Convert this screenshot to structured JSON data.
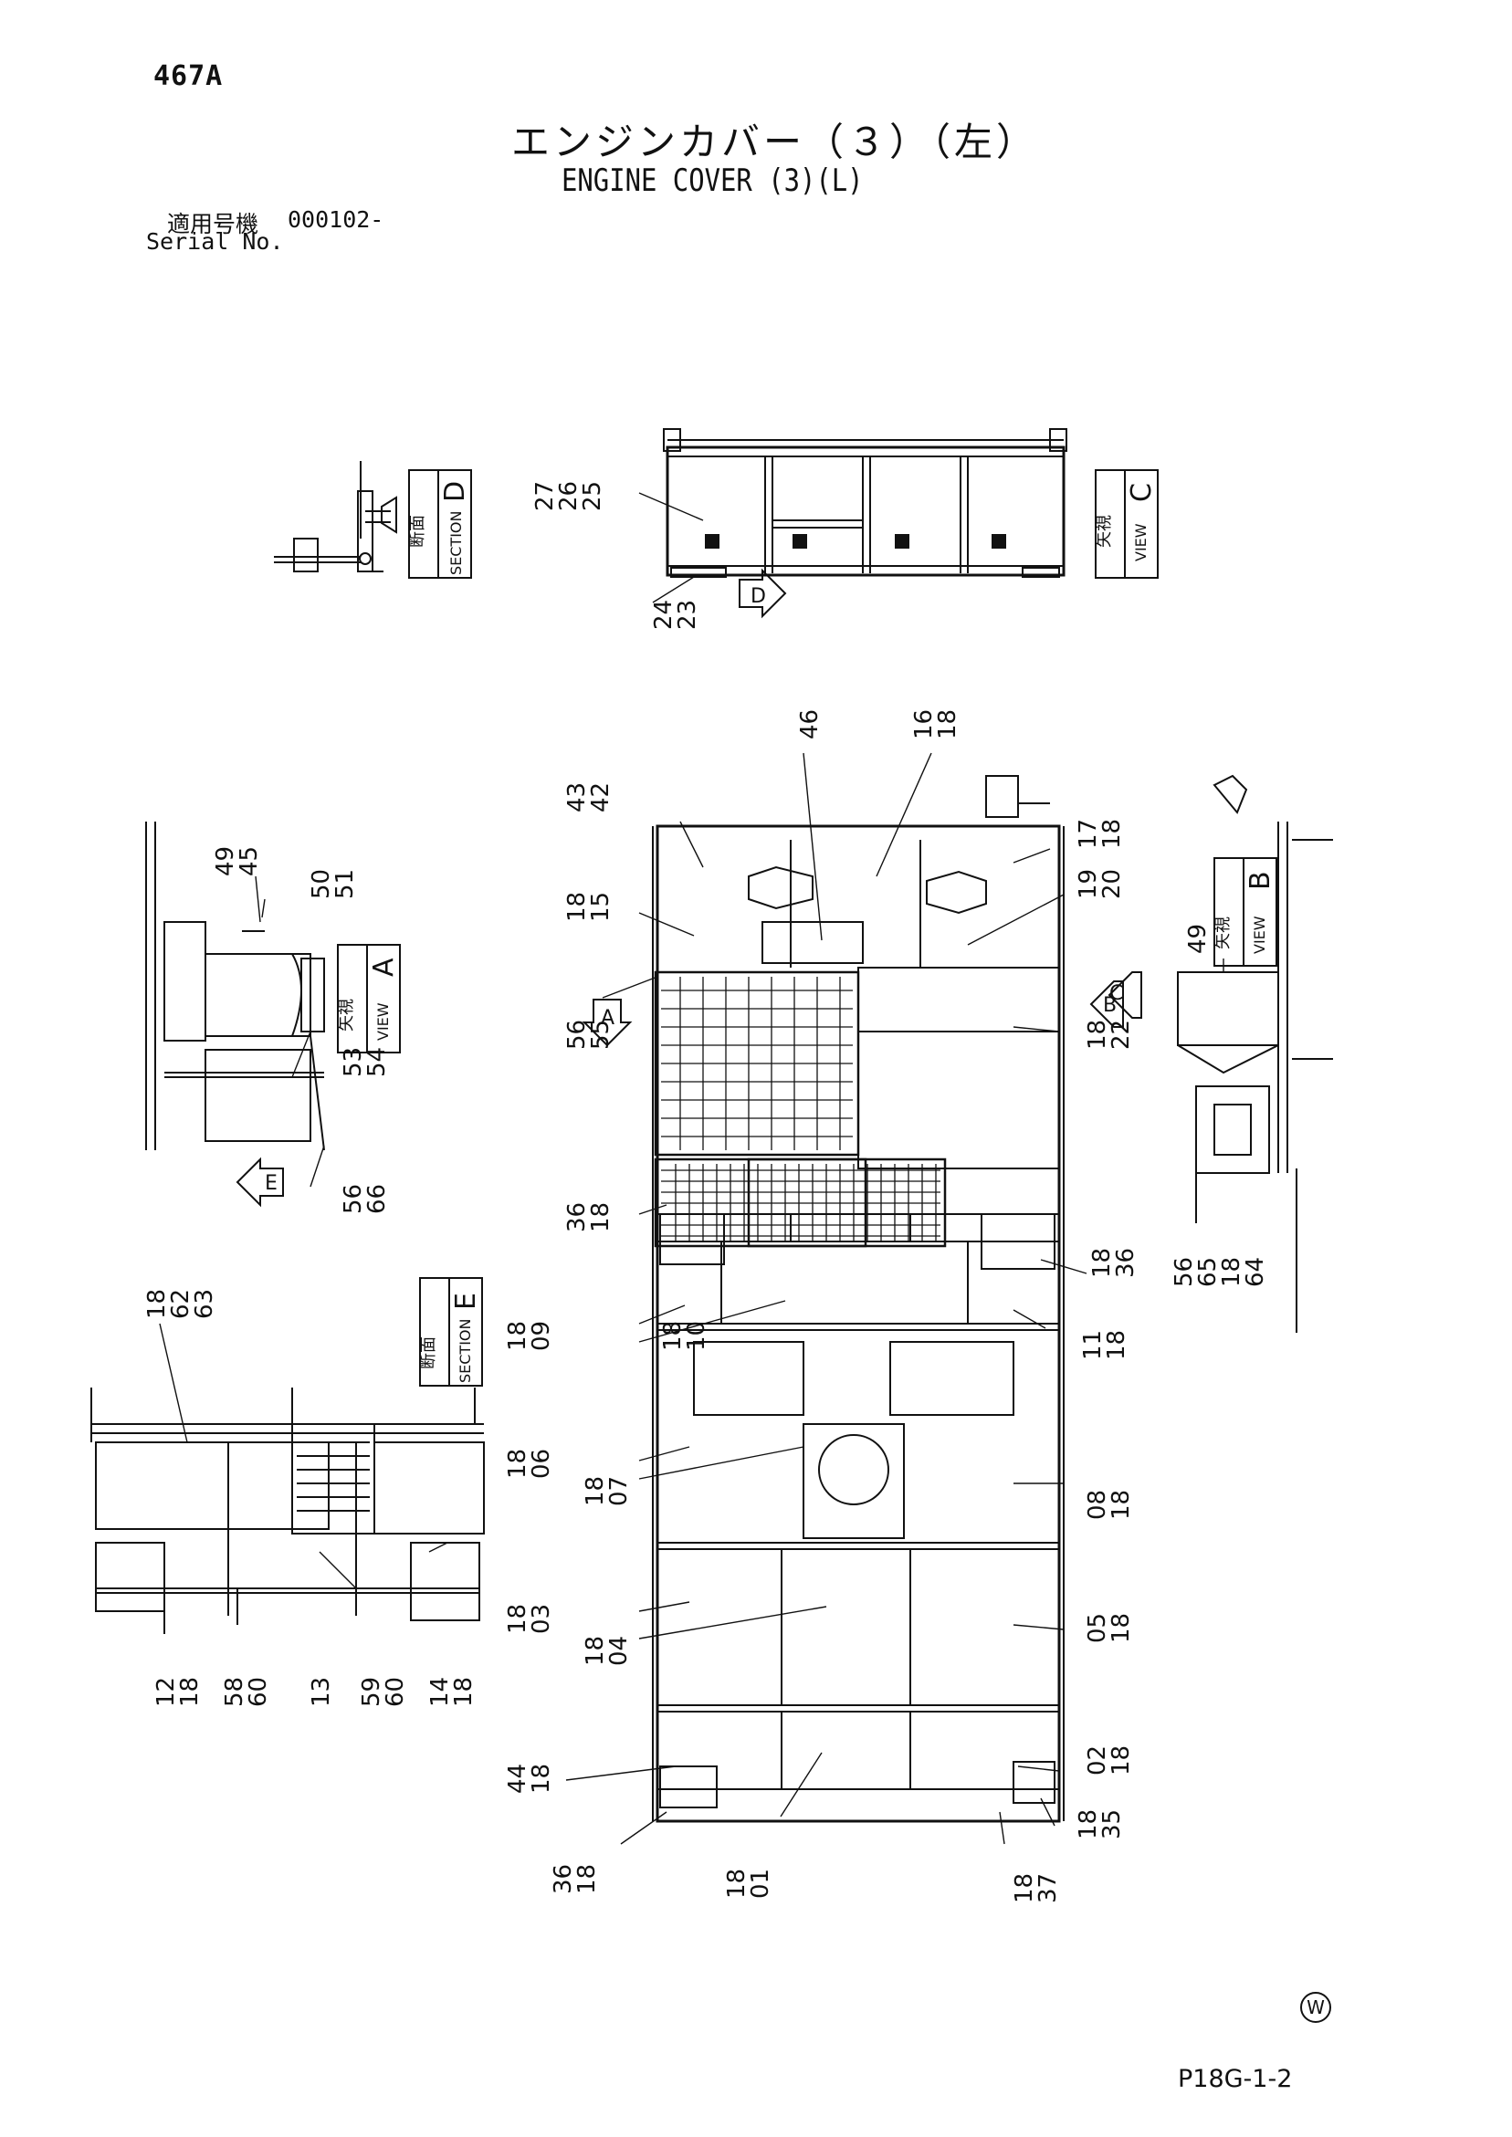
{
  "page_code": "467A",
  "title_jp": "エンジンカバー（３）（左）",
  "title_en": "ENGINE COVER (3)(L)",
  "serial_label_jp": "適用号機",
  "serial_number": "000102-",
  "serial_label_en": "Serial No.",
  "figure_code": "P18G-1-2",
  "watermark_symbol": "W",
  "views": {
    "section_d": {
      "jp": "断面",
      "en": "SECTION",
      "letter": "D"
    },
    "view_c": {
      "jp": "矢視",
      "en": "VIEW",
      "letter": "C"
    },
    "view_a": {
      "jp": "矢視",
      "en": "VIEW",
      "letter": "A"
    },
    "view_b": {
      "jp": "矢視",
      "en": "VIEW",
      "letter": "B"
    },
    "section_e": {
      "jp": "断面",
      "en": "SECTION",
      "letter": "E"
    }
  },
  "arrows": {
    "d": "D",
    "a": "A",
    "b": "B",
    "c": "C",
    "e": "E"
  },
  "callouts": [
    {
      "id": "c-27-26-25",
      "text": "27\n26\n25"
    },
    {
      "id": "c-24-23",
      "text": "24\n23"
    },
    {
      "id": "c-43-42",
      "text": "43\n42"
    },
    {
      "id": "c-46",
      "text": "46"
    },
    {
      "id": "c-16-18",
      "text": "16\n18"
    },
    {
      "id": "c-17-18",
      "text": "17\n18"
    },
    {
      "id": "c-18-15",
      "text": "18\n15"
    },
    {
      "id": "c-19-20",
      "text": "19\n20"
    },
    {
      "id": "c-56-55",
      "text": "56\n55"
    },
    {
      "id": "c-18-22",
      "text": "18\n22"
    },
    {
      "id": "c-36-18-top",
      "text": "36\n18"
    },
    {
      "id": "c-18-36-right",
      "text": "18\n36"
    },
    {
      "id": "c-18-09",
      "text": "18\n09"
    },
    {
      "id": "c-18-10",
      "text": "18\n10"
    },
    {
      "id": "c-11-18",
      "text": "11\n18"
    },
    {
      "id": "c-18-06",
      "text": "18\n06"
    },
    {
      "id": "c-18-07",
      "text": "18\n07"
    },
    {
      "id": "c-08-18",
      "text": "08\n18"
    },
    {
      "id": "c-18-03",
      "text": "18\n03"
    },
    {
      "id": "c-18-04",
      "text": "18\n04"
    },
    {
      "id": "c-05-18",
      "text": "05\n18"
    },
    {
      "id": "c-02-18",
      "text": "02\n18"
    },
    {
      "id": "c-44-18",
      "text": "44\n18"
    },
    {
      "id": "c-18-35",
      "text": "18\n35"
    },
    {
      "id": "c-36-18-bottom",
      "text": "36\n18"
    },
    {
      "id": "c-18-01",
      "text": "18\n01"
    },
    {
      "id": "c-18-37",
      "text": "18\n37"
    },
    {
      "id": "c-49-45",
      "text": "49\n45"
    },
    {
      "id": "c-50-51",
      "text": "50\n51"
    },
    {
      "id": "c-53-54",
      "text": "53\n54"
    },
    {
      "id": "c-56-66",
      "text": "56\n66"
    },
    {
      "id": "c-49",
      "text": "49"
    },
    {
      "id": "c-56-65-18-64",
      "text": "56\n65\n18\n64"
    },
    {
      "id": "c-18-62-63",
      "text": "18\n62\n63"
    },
    {
      "id": "c-12-18",
      "text": "12\n18"
    },
    {
      "id": "c-58-60",
      "text": "58\n60"
    },
    {
      "id": "c-13",
      "text": "13"
    },
    {
      "id": "c-59-60",
      "text": "59\n60"
    },
    {
      "id": "c-14-18",
      "text": "14\n18"
    }
  ]
}
